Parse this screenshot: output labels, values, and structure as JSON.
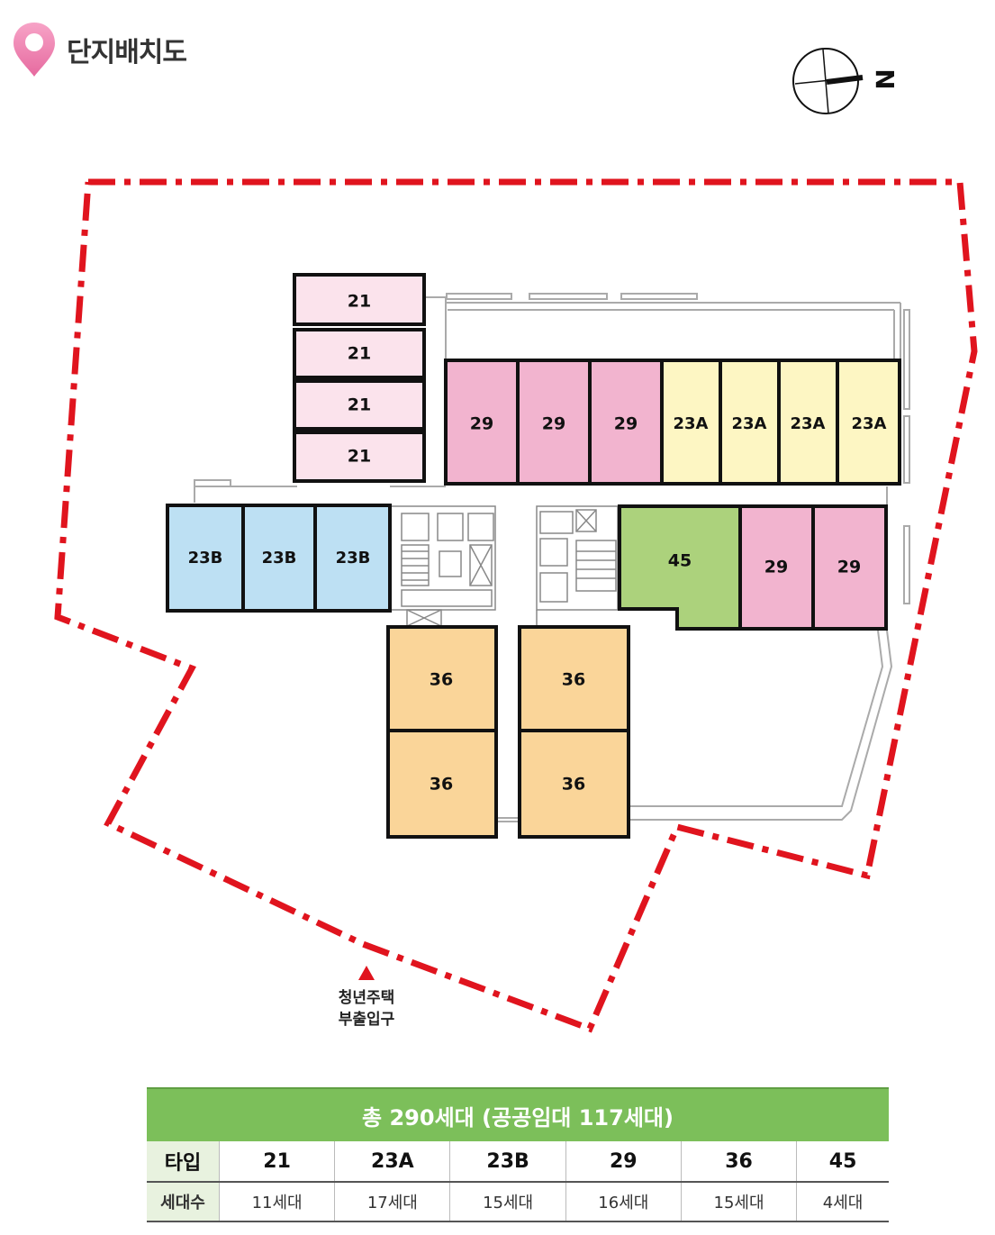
{
  "header": {
    "title": "단지배치도"
  },
  "compass": {
    "north_label": "N"
  },
  "units": {
    "t21_a": "21",
    "t21_b": "21",
    "t21_c": "21",
    "t21_d": "21",
    "t29_a": "29",
    "t29_b": "29",
    "t29_c": "29",
    "t23a_a": "23A",
    "t23a_b": "23A",
    "t23a_c": "23A",
    "t23a_d": "23A",
    "t23b_a": "23B",
    "t23b_b": "23B",
    "t23b_c": "23B",
    "t45": "45",
    "t29_d": "29",
    "t29_e": "29",
    "t36_a": "36",
    "t36_b": "36",
    "t36_c": "36",
    "t36_d": "36"
  },
  "entrance": {
    "line1": "청년주택",
    "line2": "부출입구"
  },
  "summary": {
    "title": "총 290세대 (공공임대 117세대)",
    "type_header": "타입",
    "count_header": "세대수",
    "types": [
      "21",
      "23A",
      "23B",
      "29",
      "36",
      "45"
    ],
    "counts": [
      "11세대",
      "17세대",
      "15세대",
      "16세대",
      "15세대",
      "4세대"
    ]
  },
  "colors": {
    "boundary": "#e0141e",
    "type21": "#fbe3ec",
    "type29": "#f2b4cf",
    "type23A": "#fdf6c3",
    "type23B": "#bde0f3",
    "type45": "#acd27c",
    "type36": "#fad599",
    "table_header": "#7cbf5a"
  }
}
